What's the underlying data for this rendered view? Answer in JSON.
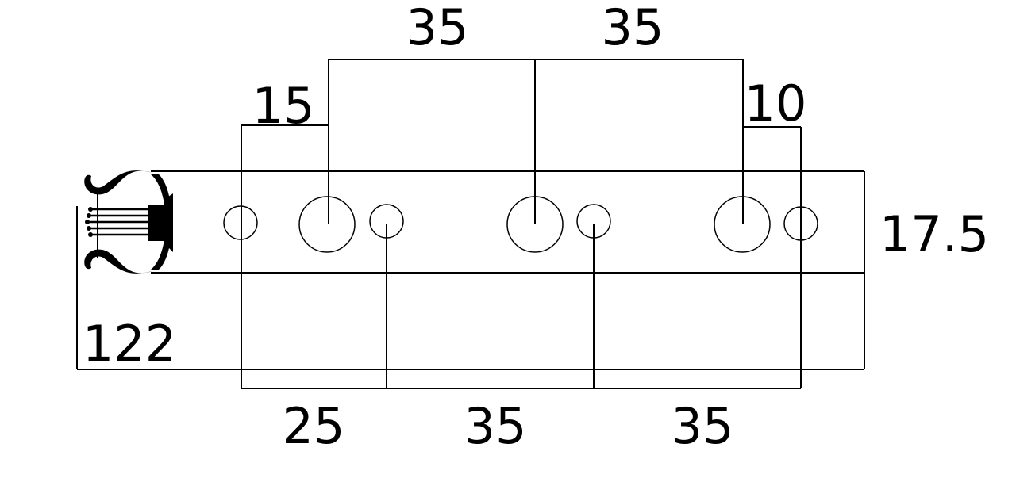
{
  "dimensions": {
    "top_spacing_1": "35",
    "top_spacing_2": "35",
    "left_offset_top": "15",
    "right_offset_top": "10",
    "height": "17.5",
    "total_length": "122",
    "bottom_spacing_1": "25",
    "bottom_spacing_2": "35",
    "bottom_spacing_3": "35"
  },
  "icons": {
    "logo": "lyre-icon"
  }
}
